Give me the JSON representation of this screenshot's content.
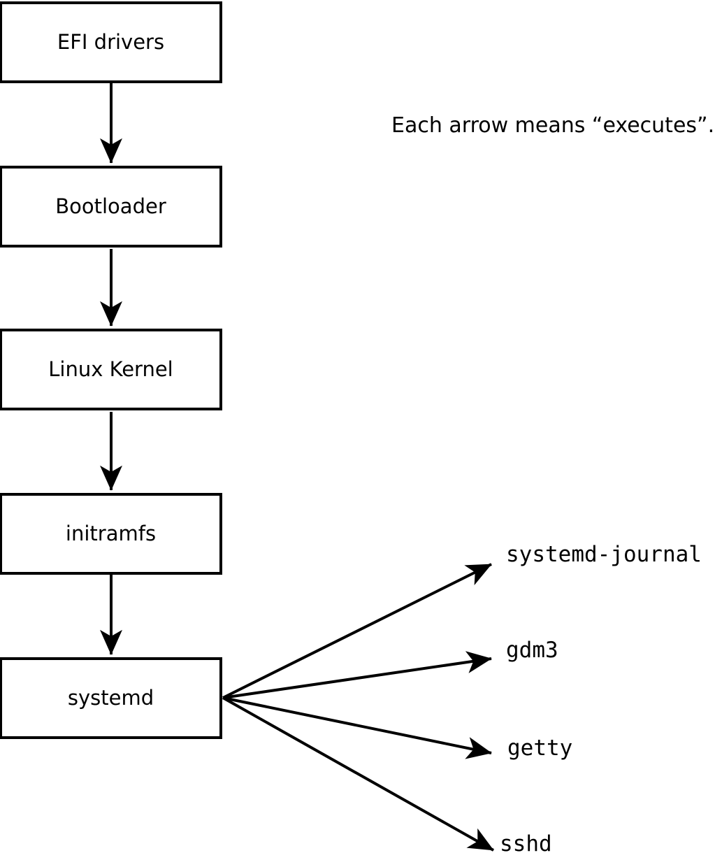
{
  "note": {
    "text": "Each arrow means “executes”."
  },
  "flow": {
    "nodes": [
      {
        "id": "efi-drivers",
        "label": "EFI drivers"
      },
      {
        "id": "bootloader",
        "label": "Bootloader"
      },
      {
        "id": "linux-kernel",
        "label": "Linux Kernel"
      },
      {
        "id": "initramfs",
        "label": "initramfs"
      },
      {
        "id": "systemd",
        "label": "systemd"
      }
    ]
  },
  "fanout": {
    "source": "systemd",
    "targets": [
      {
        "label": "systemd-journal"
      },
      {
        "label": "gdm3"
      },
      {
        "label": "getty"
      },
      {
        "label": "sshd"
      }
    ]
  },
  "colors": {
    "foreground": "#000000",
    "background": "#ffffff"
  }
}
